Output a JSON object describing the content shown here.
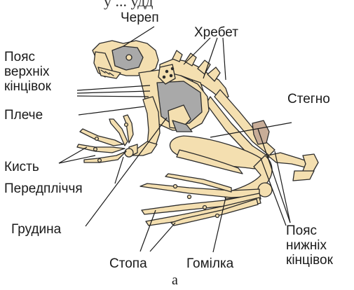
{
  "figure": {
    "cut_caption": "у ... удд",
    "panel_letter": "а",
    "colors": {
      "bone": "#f4dfb0",
      "bone_outline": "#2b2b2b",
      "dark_bone": "#a9a9a9",
      "muscle": "#c8ad98",
      "leader": "#1a1a1a"
    },
    "labels": {
      "skull": "Череп",
      "spine": "Хребет",
      "shoulder_girdle": "Пояс\nверхніх\nкінцівок",
      "shoulder": "Плече",
      "hand": "Кисть",
      "forearm": "Передпліччя",
      "sternum": "Грудина",
      "femur": "Стегно",
      "pelvic_girdle": "Пояс\nнижніх\nкінцівок",
      "foot": "Стопа",
      "shin": "Гомілка"
    }
  }
}
